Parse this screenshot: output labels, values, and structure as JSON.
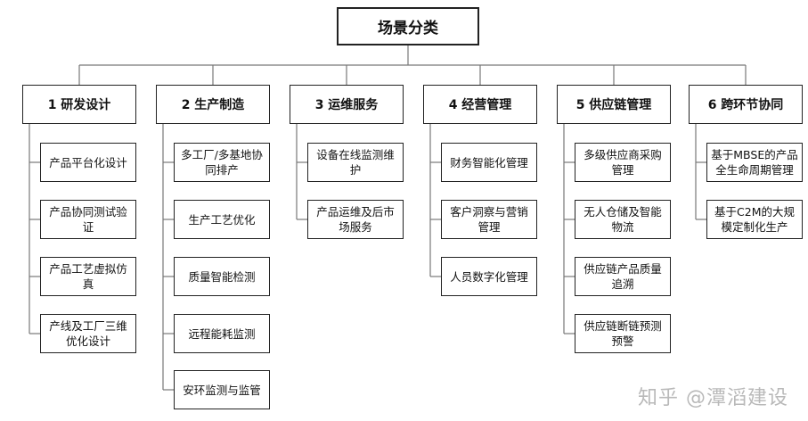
{
  "root": "场景分类",
  "categories": [
    {
      "label": "1 研发设计",
      "items": [
        "产品平台化设计",
        "产品协同测试验证",
        "产品工艺虚拟仿真",
        "产线及工厂三维优化设计"
      ]
    },
    {
      "label": "2 生产制造",
      "items": [
        "多工厂/多基地协同排产",
        "生产工艺优化",
        "质量智能检测",
        "远程能耗监测",
        "安环监测与监管"
      ]
    },
    {
      "label": "3 运维服务",
      "items": [
        "设备在线监测维护",
        "产品运维及后市场服务"
      ]
    },
    {
      "label": "4 经营管理",
      "items": [
        "财务智能化管理",
        "客户洞察与营销管理",
        "人员数字化管理"
      ]
    },
    {
      "label": "5 供应链管理",
      "items": [
        "多级供应商采购管理",
        "无人仓储及智能物流",
        "供应链产品质量追溯",
        "供应链断链预测预警"
      ]
    },
    {
      "label": "6 跨环节协同",
      "items": [
        "基于MBSE的产品全生命周期管理",
        "基于C2M的大规模定制化生产"
      ]
    }
  ],
  "watermark": "知乎 @潭滔建设",
  "colors": {
    "line": "#777777",
    "border": "#222222",
    "watermark": "#b9b9b9"
  }
}
